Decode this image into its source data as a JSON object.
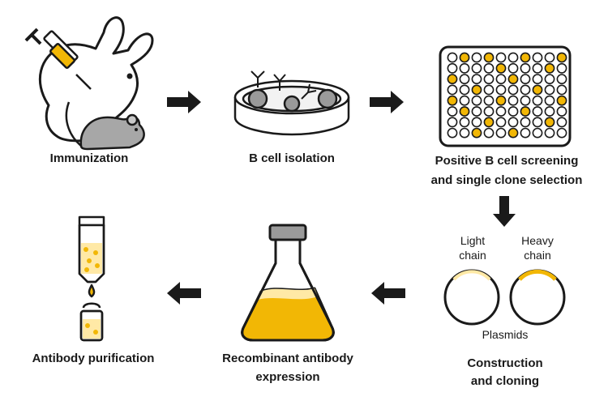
{
  "steps": {
    "immunization": "Immunization",
    "b_cell_isolation": "B cell isolation",
    "screening_line1": "Positive B cell screening",
    "screening_line2": "and single clone selection",
    "construction_line1": "Construction",
    "construction_line2": "and cloning",
    "expression_line1": "Recombinant antibody",
    "expression_line2": "expression",
    "purification": "Antibody purification"
  },
  "plasmids": {
    "light_line1": "Light",
    "light_line2": "chain",
    "heavy_line1": "Heavy",
    "heavy_line2": "chain",
    "caption": "Plasmids"
  },
  "plate": {
    "rows": 8,
    "cols": 10,
    "filled": [
      [
        0,
        1
      ],
      [
        0,
        3
      ],
      [
        0,
        6
      ],
      [
        0,
        9
      ],
      [
        1,
        4
      ],
      [
        1,
        8
      ],
      [
        2,
        0
      ],
      [
        2,
        5
      ],
      [
        3,
        2
      ],
      [
        3,
        7
      ],
      [
        4,
        0
      ],
      [
        4,
        4
      ],
      [
        4,
        9
      ],
      [
        5,
        1
      ],
      [
        5,
        6
      ],
      [
        6,
        3
      ],
      [
        6,
        8
      ],
      [
        7,
        2
      ],
      [
        7,
        5
      ]
    ]
  },
  "colors": {
    "accent": "#F2B705",
    "accent_light": "#FFE9A6",
    "outline": "#1a1a1a",
    "gray": "#9a9a9a",
    "arrow": "#1a1a1a"
  }
}
